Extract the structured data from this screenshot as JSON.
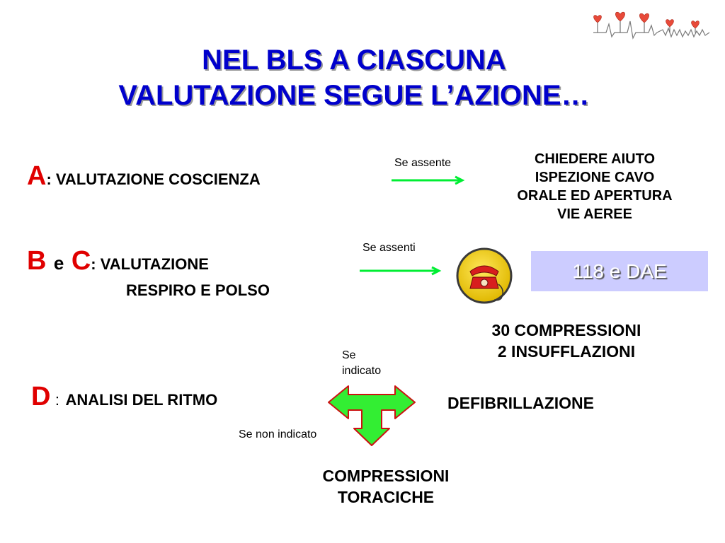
{
  "title": {
    "line1": "NEL BLS A CIASCUNA",
    "line2": "VALUTAZIONE SEGUE L’AZIONE…"
  },
  "logo": {
    "icon": "hearts-ecg-logo-icon"
  },
  "step_a": {
    "letter": "A",
    "text": ": VALUTAZIONE COSCIENZA",
    "arrow_label": "Se assente",
    "action_lines": [
      "CHIEDERE AIUTO",
      "ISPEZIONE CAVO",
      "ORALE ED APERTURA",
      "VIE AEREE"
    ]
  },
  "step_bc": {
    "letter_b": "B",
    "conj": "e",
    "letter_c": "C",
    "text_line1": ": VALUTAZIONE",
    "text_line2": "RESPIRO E POLSO",
    "arrow_label": "Se assenti",
    "phone_icon": "telephone-icon",
    "call_box": "118 e DAE",
    "cpr_lines": [
      "30 COMPRESSIONI",
      "2 INSUFFLAZIONI"
    ]
  },
  "step_d": {
    "letter": "D",
    "colon": ":",
    "text": "ANALISI DEL RITMO",
    "label_indicated": [
      "Se",
      "indicato"
    ],
    "label_not_indicated": "Se non indicato",
    "action_indicated": "DEFIBRILLAZIONE",
    "action_not_indicated": [
      "COMPRESSIONI",
      "TORACICHE"
    ]
  },
  "colors": {
    "title": "#0000cc",
    "letters": "#e00000",
    "arrows": "#00ee33",
    "call_box_bg": "#ccccff"
  }
}
